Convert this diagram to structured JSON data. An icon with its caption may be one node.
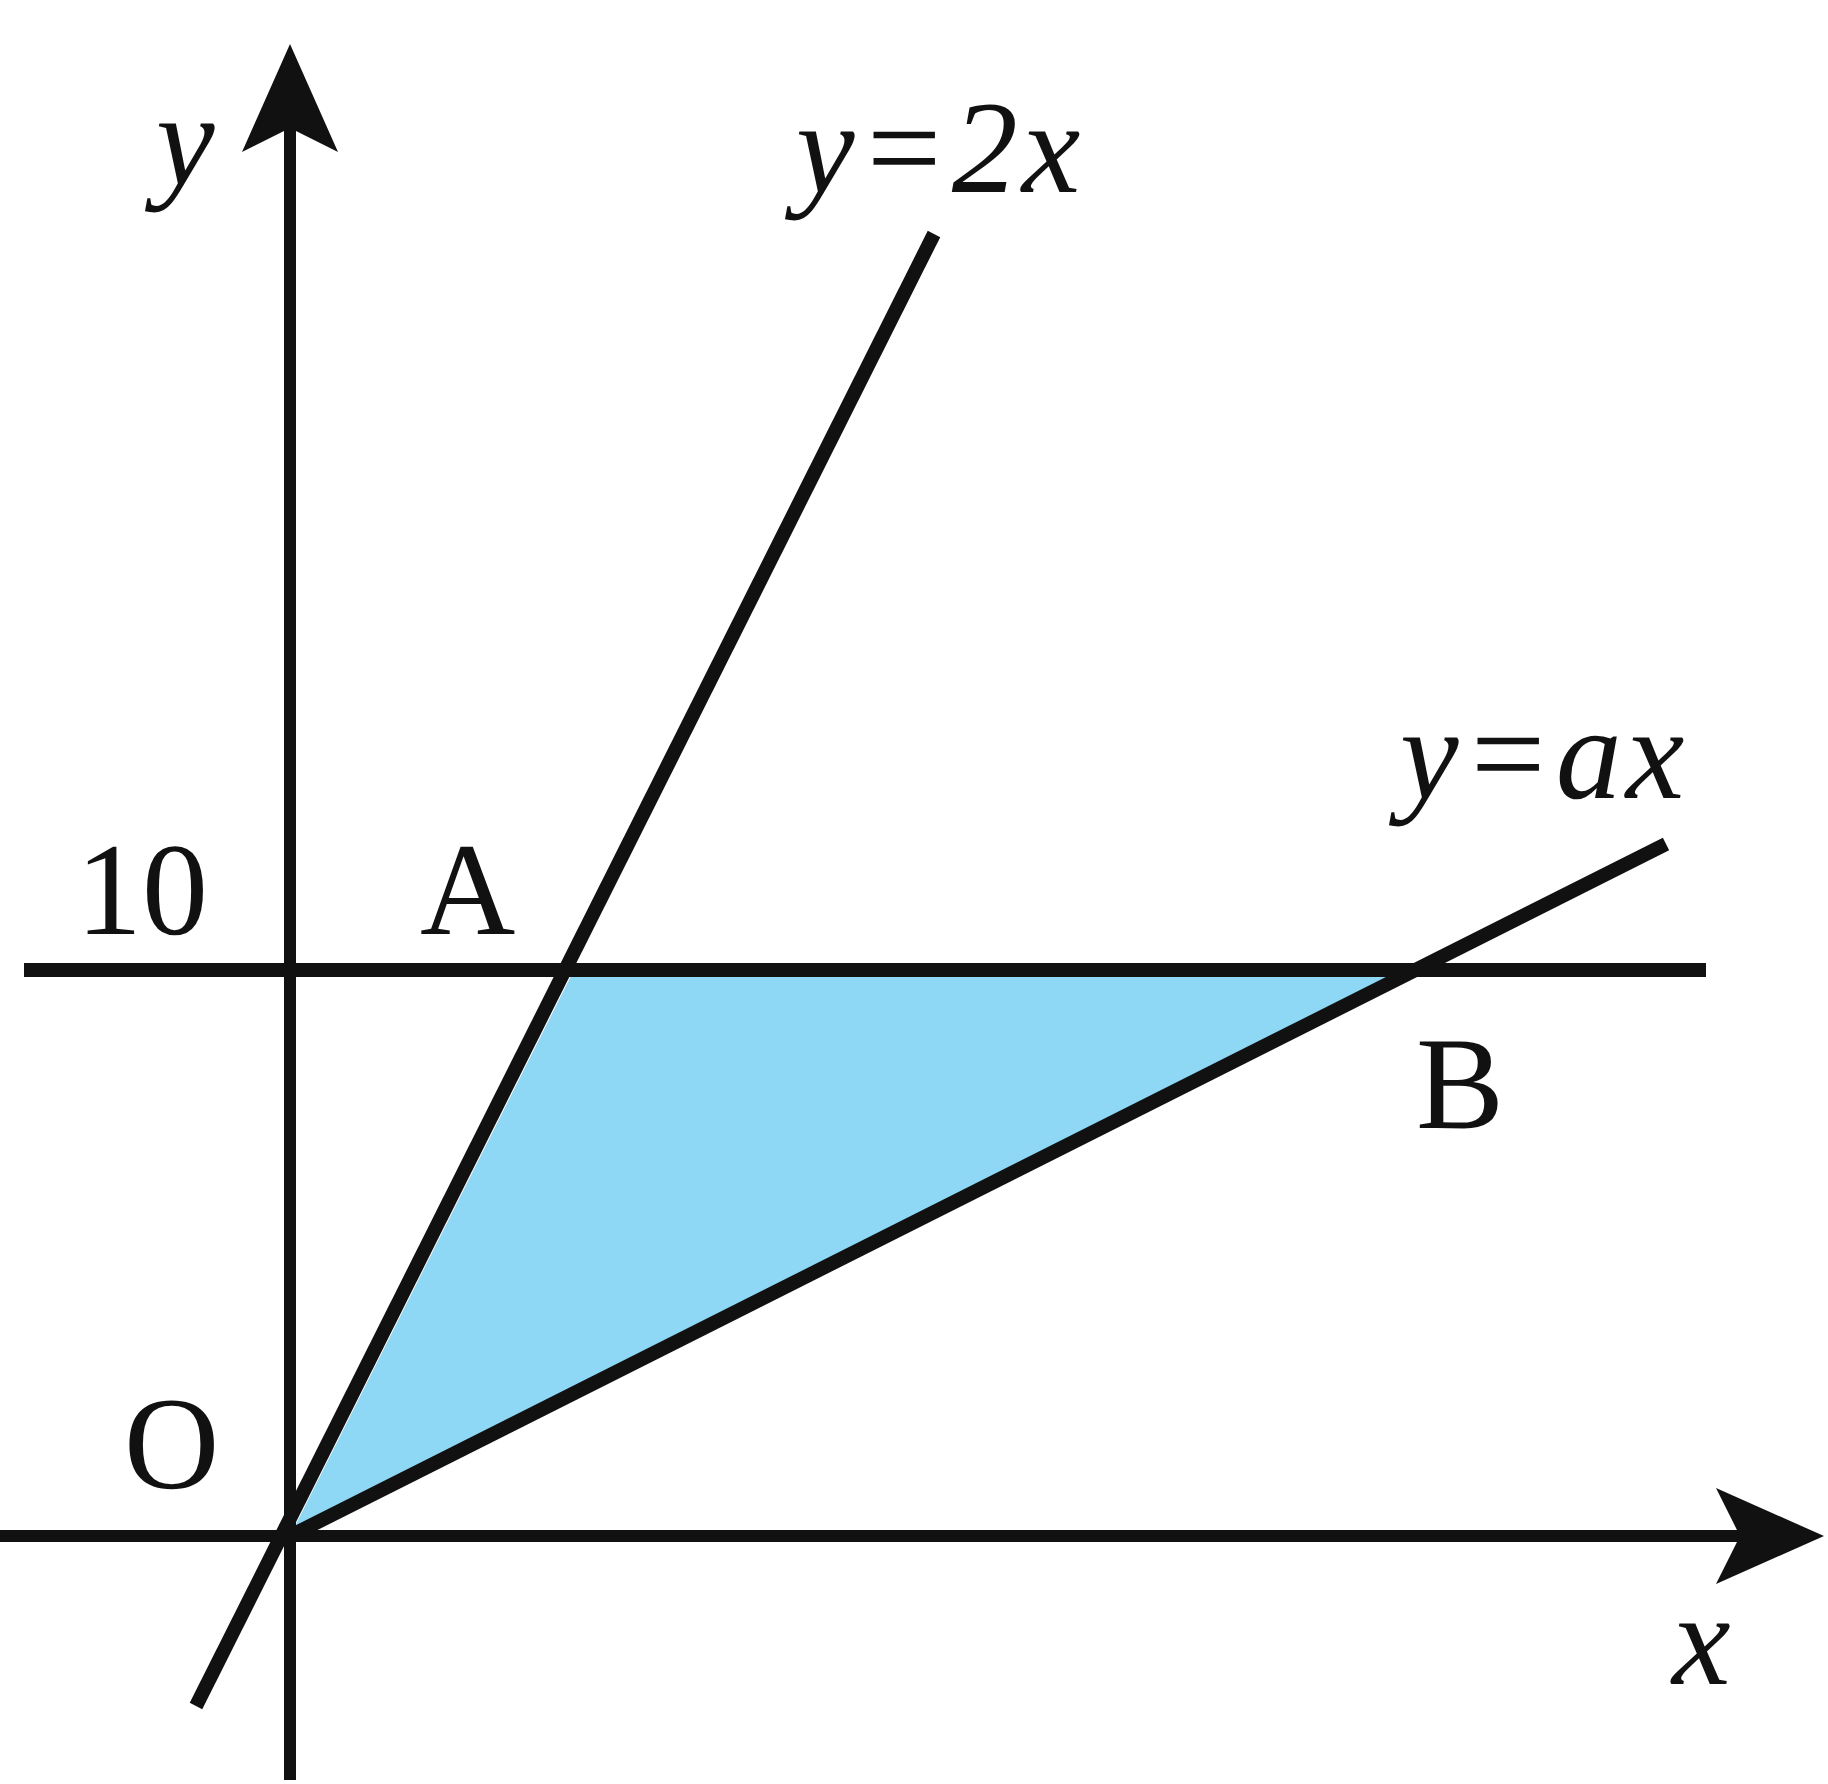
{
  "diagram": {
    "labels": [
      "y",
      "y=2x",
      "10",
      "A",
      "y=ax",
      "B",
      "O",
      "x"
    ]
  }
}
